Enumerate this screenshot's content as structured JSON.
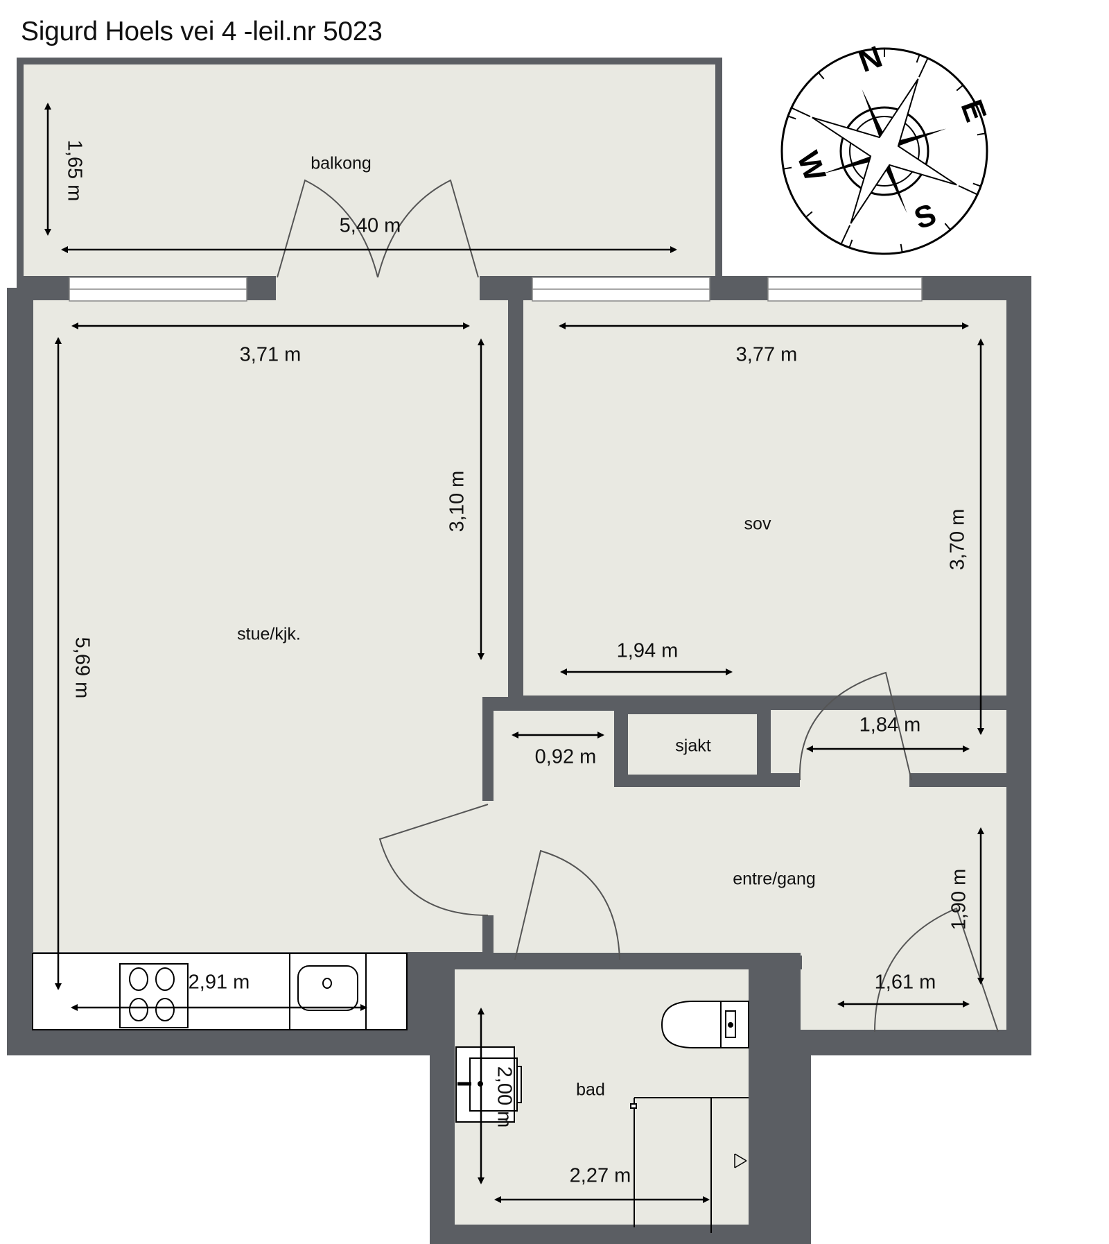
{
  "title": "Sigurd Hoels vei 4 -leil.nr 5023",
  "colors": {
    "wall": "#5b5e63",
    "floor": "#e9e9e2",
    "fixture": "#ffffff",
    "line": "#000000",
    "door_swing": "#555555"
  },
  "compass": {
    "north": "N",
    "east": "E",
    "south": "S",
    "west": "W"
  },
  "rooms": [
    {
      "id": "balkong",
      "label": "balkong"
    },
    {
      "id": "stue",
      "label": "stue/kjk."
    },
    {
      "id": "sov",
      "label": "sov"
    },
    {
      "id": "sjakt",
      "label": "sjakt"
    },
    {
      "id": "entre",
      "label": "entre/gang"
    },
    {
      "id": "bad",
      "label": "bad"
    }
  ],
  "dimensions": {
    "balkong_depth": "1,65 m",
    "balkong_width": "5,40 m",
    "stue_width": "3,71 m",
    "stue_length": "5,69 m",
    "stue_inner": "3,10 m",
    "kitchen_width": "2,91 m",
    "sov_width": "3,77 m",
    "sov_length": "3,70 m",
    "sov_inner": "1,94 m",
    "sov_door": "1,84 m",
    "closet_width": "0,92 m",
    "entre_length": "1,90 m",
    "entre_width": "1,61 m",
    "bad_length": "2,00 m",
    "bad_width": "2,27 m"
  }
}
